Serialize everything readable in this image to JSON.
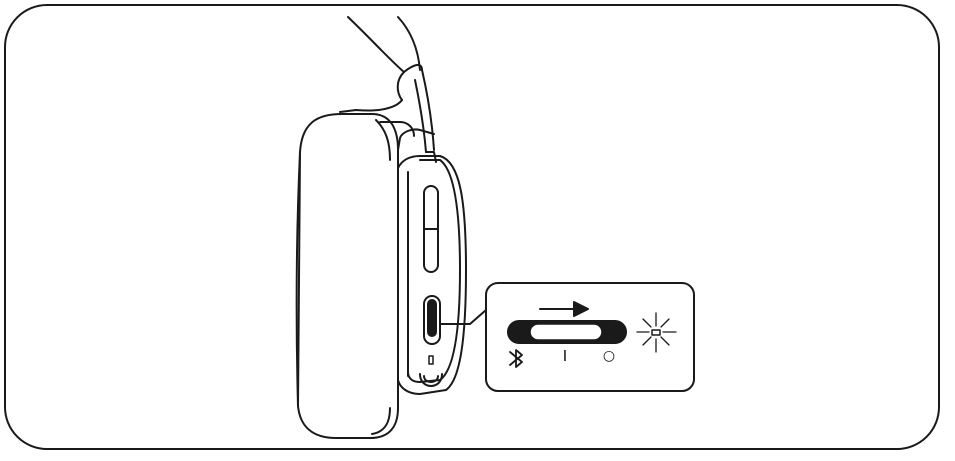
{
  "diagram": {
    "subject": "headphone-ear-cup-power-switch",
    "stroke_color": "#1a1a1a",
    "background_color": "#ffffff",
    "callout": {
      "slide_direction": "right",
      "modes": [
        {
          "icon": "bluetooth-icon",
          "glyph": ""
        },
        {
          "icon": "power-on-mark",
          "glyph": "I"
        },
        {
          "icon": "power-off-mark",
          "glyph": "○"
        }
      ],
      "indicator": "blinking-led-icon"
    }
  }
}
